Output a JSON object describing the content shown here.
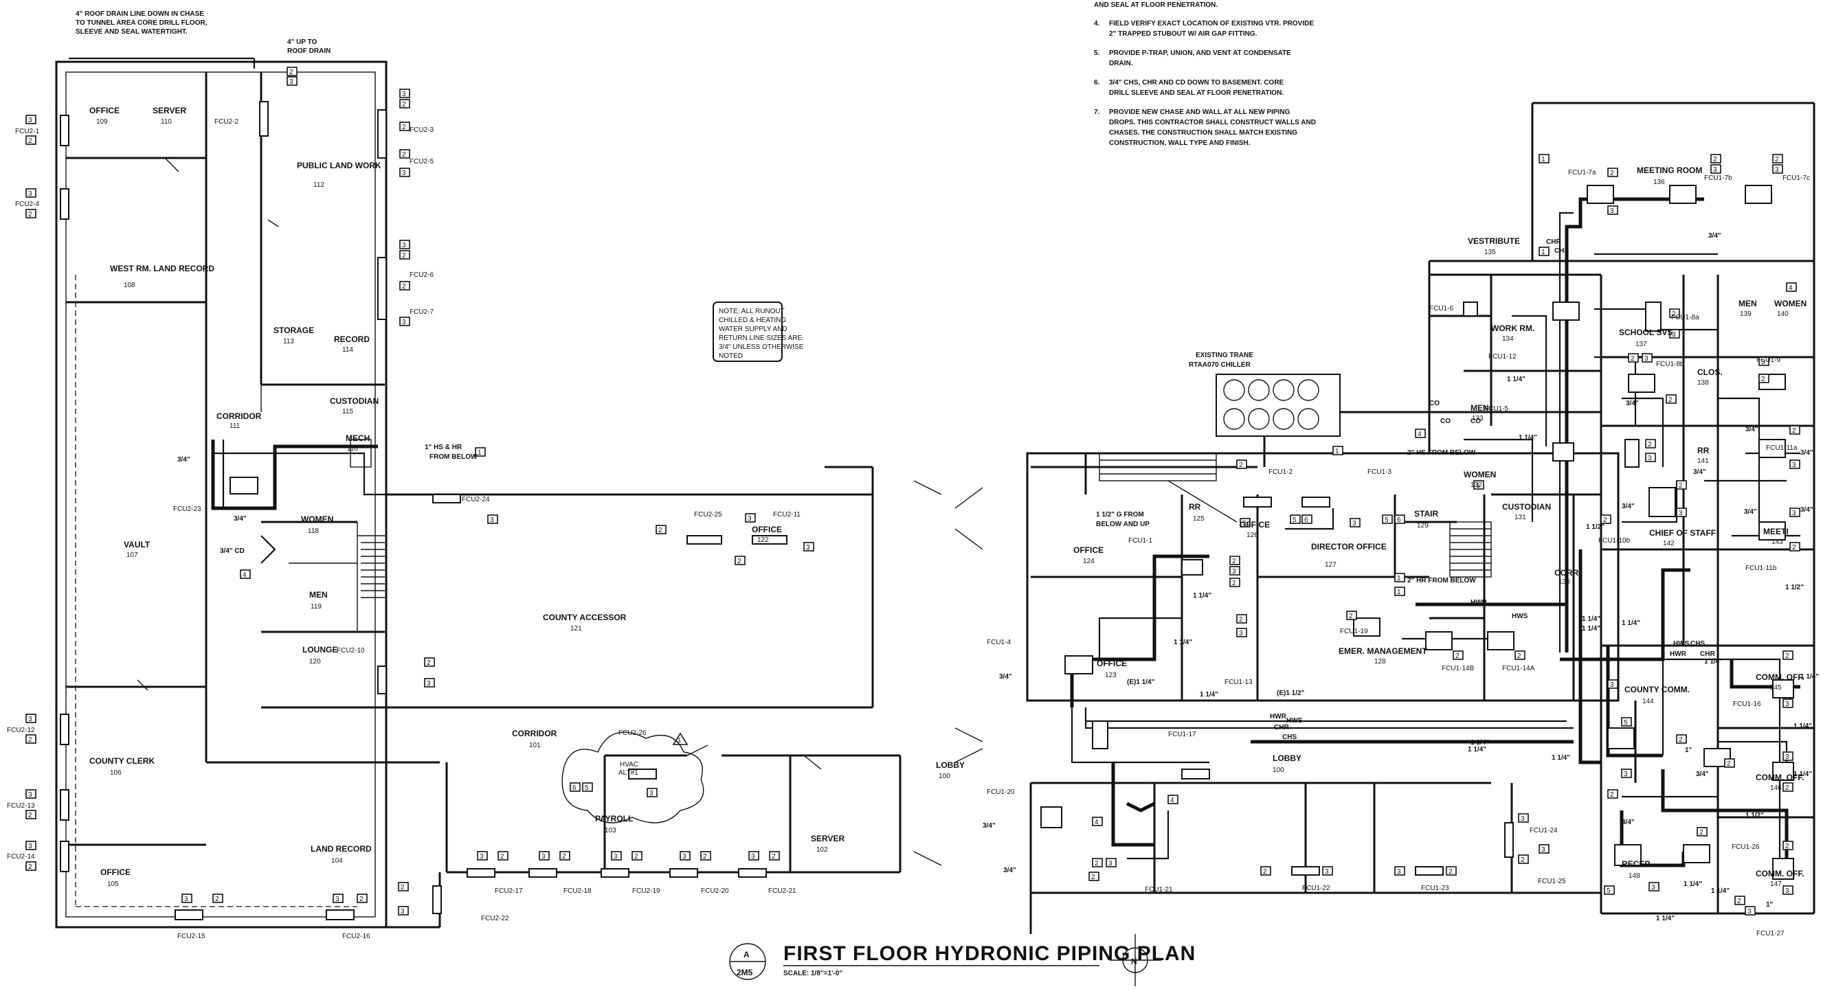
{
  "drawing": {
    "title": "FIRST FLOOR HYDRONIC PIPING PLAN",
    "scale": "SCALE: 1/8\"=1'-0\"",
    "detail_letter": "A",
    "sheet": "2M5",
    "north": "N"
  },
  "notes": {
    "top_left": [
      "4\" ROOF DRAIN LINE DOWN IN CHASE",
      "TO TUNNEL AREA CORE DRILL FLOOR,",
      "SLEEVE AND SEAL WATERTIGHT."
    ],
    "roof_drain": [
      "4\" UP TO",
      "ROOF DRAIN"
    ],
    "note_box": [
      "NOTE: ALL RUNOUT",
      "CHILLED & HEATING",
      "WATER SUPPLY AND",
      "RETURN LINE SIZES ARE",
      "3/4\" UNLESS OTHERWISE",
      "NOTED"
    ],
    "general": [
      {
        "num": "",
        "lines": [
          "AND SEAL AT FLOOR PENETRATION."
        ]
      },
      {
        "num": "4.",
        "lines": [
          "FIELD VERIFY EXACT LOCATION OF EXISTING VTR. PROVIDE",
          "2\" TRAPPED STUBOUT W/ AIR GAP FITTING."
        ]
      },
      {
        "num": "5.",
        "lines": [
          "PROVIDE P-TRAP, UNION, AND VENT AT CONDENSATE",
          "DRAIN."
        ]
      },
      {
        "num": "6.",
        "lines": [
          "3/4\" CHS, CHR AND CD DOWN TO BASEMENT. CORE",
          "DRILL SLEEVE AND SEAL AT FLOOR PENETRATION."
        ]
      },
      {
        "num": "7.",
        "lines": [
          "PROVIDE NEW CHASE AND WALL AT ALL NEW PIPING",
          "DROPS. THIS CONTRACTOR SHALL CONSTRUCT WALLS AND",
          "CHASES. THE CONSTRUCTION SHALL MATCH EXISTING",
          "CONSTRUCTION, WALL TYPE AND FINISH."
        ]
      }
    ],
    "chiller": [
      "EXISTING TRANE",
      "RTAA070 CHILLER"
    ],
    "hs_hr_left": [
      "1\" HS & HR",
      "FROM BELOW"
    ],
    "g_below": [
      "1 1/2\" G FROM",
      "BELOW AND UP"
    ],
    "hs_below": "2\" HS FROM BELOW",
    "hr_below": "2\" HR FROM BELOW",
    "hvac": [
      "HVAC",
      "ALT#1"
    ]
  },
  "rooms": [
    {
      "name": "OFFICE",
      "num": "109"
    },
    {
      "name": "SERVER",
      "num": "110"
    },
    {
      "name": "PUBLIC LAND WORK",
      "num": "112"
    },
    {
      "name": "WEST RM. LAND RECORD",
      "num": "108"
    },
    {
      "name": "STORAGE",
      "num": "113"
    },
    {
      "name": "RECORD",
      "num": "114"
    },
    {
      "name": "CUSTODIAN",
      "num": "115"
    },
    {
      "name": "CORRIDOR",
      "num": "111"
    },
    {
      "name": "MECH",
      "num": "116"
    },
    {
      "name": "WOMEN",
      "num": "118"
    },
    {
      "name": "VAULT",
      "num": "107"
    },
    {
      "name": "MEN",
      "num": "119"
    },
    {
      "name": "LOUNGE",
      "num": "120"
    },
    {
      "name": "COUNTY ACCESSOR",
      "num": "121"
    },
    {
      "name": "OFFICE",
      "num": "122"
    },
    {
      "name": "COUNTY CLERK",
      "num": "106"
    },
    {
      "name": "CORRIDOR",
      "num": "101"
    },
    {
      "name": "PAYROLL",
      "num": "103"
    },
    {
      "name": "LAND RECORD",
      "num": "104"
    },
    {
      "name": "OFFICE",
      "num": "105"
    },
    {
      "name": "SERVER",
      "num": "102"
    },
    {
      "name": "LOBBY",
      "num": "100"
    },
    {
      "name": "OFFICE",
      "num": "124"
    },
    {
      "name": "RR",
      "num": "125"
    },
    {
      "name": "OFFICE",
      "num": "126"
    },
    {
      "name": "DIRECTOR OFFICE",
      "num": "127"
    },
    {
      "name": "OFFICE",
      "num": "123"
    },
    {
      "name": "EMER. MANAGEMENT",
      "num": "128"
    },
    {
      "name": "STAIR",
      "num": "129"
    },
    {
      "name": "CUSTODIAN",
      "num": "131"
    },
    {
      "name": "WOMEN",
      "num": "132"
    },
    {
      "name": "MEN",
      "num": "133"
    },
    {
      "name": "WORK RM.",
      "num": "134"
    },
    {
      "name": "VESTRIBUTE",
      "num": "135"
    },
    {
      "name": "MEETING ROOM",
      "num": "136"
    },
    {
      "name": "SCHOOL SVS",
      "num": "137"
    },
    {
      "name": "CLOS.",
      "num": "138"
    },
    {
      "name": "MEN",
      "num": "139"
    },
    {
      "name": "WOMEN",
      "num": "140"
    },
    {
      "name": "RR",
      "num": "141"
    },
    {
      "name": "CHIEF OF STAFF",
      "num": "142"
    },
    {
      "name": "MEETI",
      "num": "143"
    },
    {
      "name": "COUNTY COMM.",
      "num": "144"
    },
    {
      "name": "COMM. OFF.",
      "num": "145"
    },
    {
      "name": "COMM. OFF.",
      "num": "146"
    },
    {
      "name": "COMM. OFF.",
      "num": "147"
    },
    {
      "name": "RECEP.",
      "num": "148"
    },
    {
      "name": "CORR.",
      "num": "130"
    },
    {
      "name": "LOBBY",
      "num": "100"
    }
  ],
  "units": [
    "FCU2-1",
    "FCU2-2",
    "FCU2-3",
    "FCU2-4",
    "FCU2-5",
    "FCU2-6",
    "FCU2-7",
    "FCU2-10",
    "FCU2-11",
    "FCU2-12",
    "FCU2-13",
    "FCU2-14",
    "FCU2-15",
    "FCU2-16",
    "FCU2-17",
    "FCU2-18",
    "FCU2-19",
    "FCU2-20",
    "FCU2-21",
    "FCU2-22",
    "FCU2-23",
    "FCU2-24",
    "FCU2-25",
    "FCU2-26",
    "FCU1-1",
    "FCU1-2",
    "FCU1-3",
    "FCU1-4",
    "FCU1-5",
    "FCU1-6",
    "FCU1-7a",
    "FCU1-7b",
    "FCU1-7c",
    "FCU1-8a",
    "FCU1-8b",
    "FCU1-9",
    "FCU1-10b",
    "FCU1-11a",
    "FCU1-11b",
    "FCU1-12",
    "FCU1-13",
    "FCU1-14A",
    "FCU1-14B",
    "FCU1-16",
    "FCU1-17",
    "FCU1-19",
    "FCU1-20",
    "FCU1-21",
    "FCU1-22",
    "FCU1-23",
    "FCU1-24",
    "FCU1-25",
    "FCU1-26",
    "FCU1-27"
  ],
  "sizes": [
    "3/4\"",
    "1 1/4\"",
    "1 1/2\"",
    "1\"",
    "(E)1 1/4\"",
    "(E)1 1/2\"",
    "3/4\" CD",
    "CO",
    "HWS",
    "HWR",
    "CHS",
    "CHR"
  ]
}
